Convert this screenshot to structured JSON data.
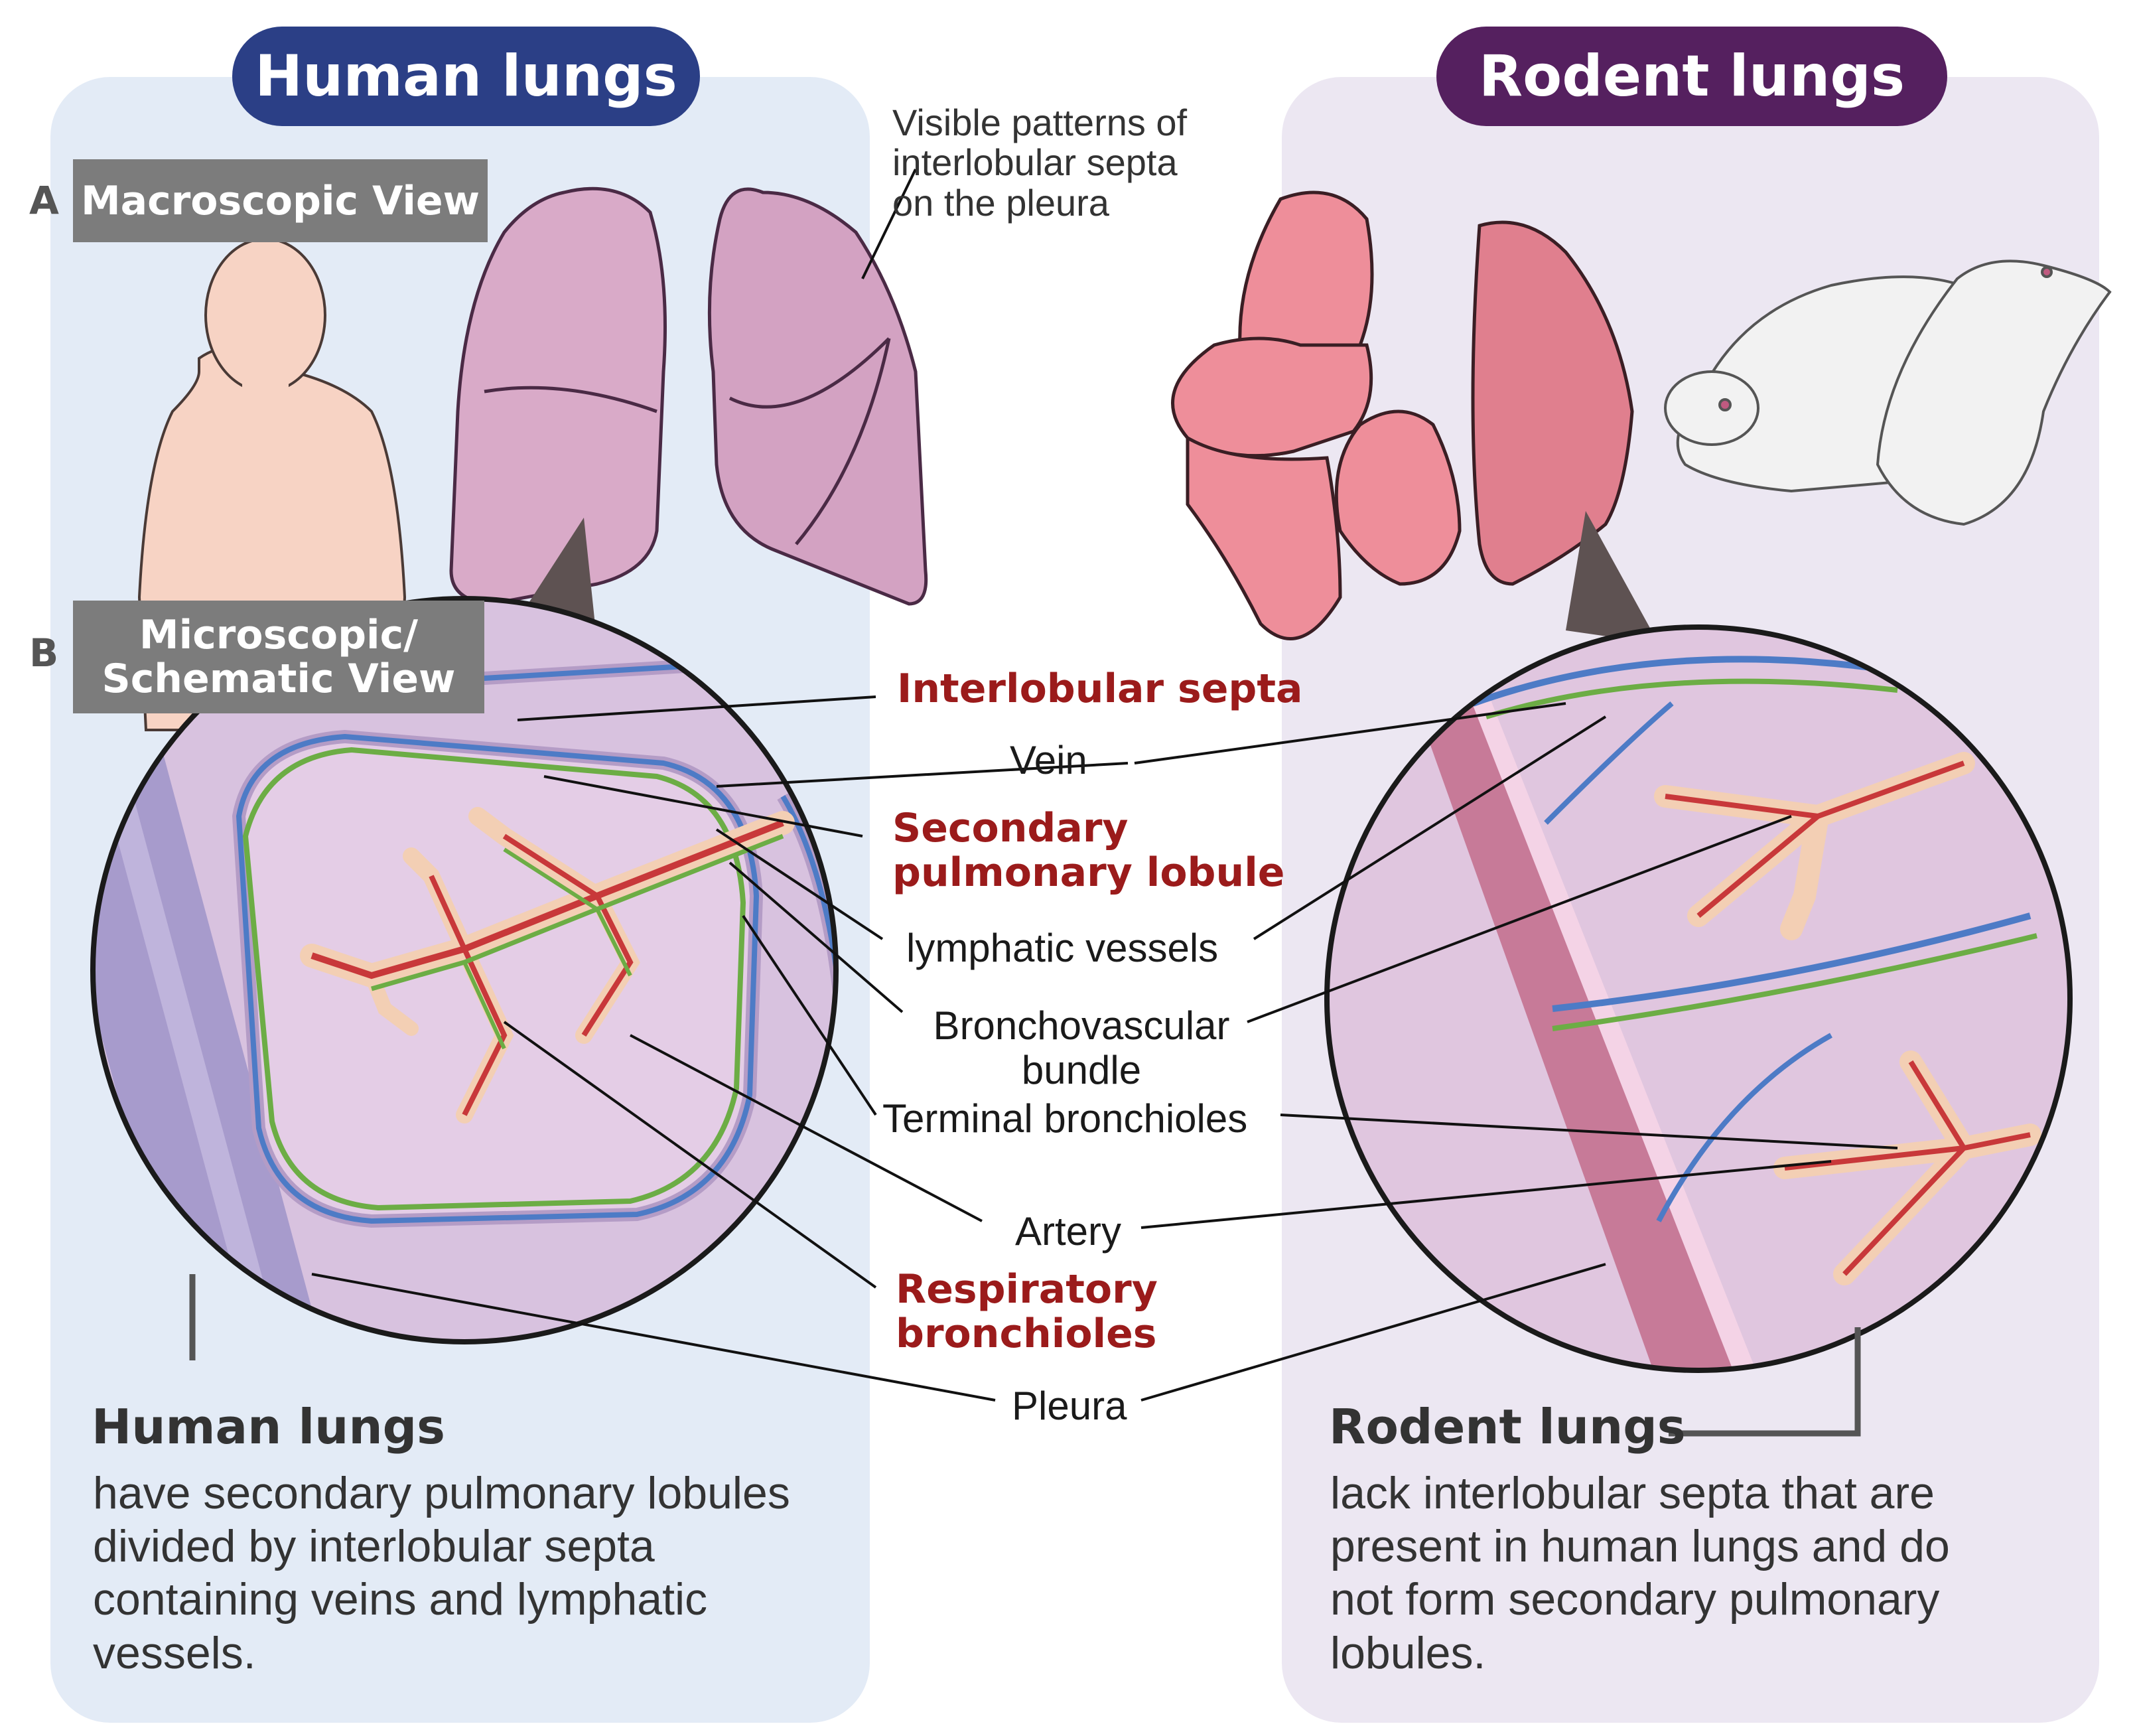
{
  "human_title": "Human lungs",
  "rodent_title": "Rodent lungs",
  "section_a_letter": "A",
  "section_b_letter": "B",
  "macro_tag": "Macroscopic View",
  "micro_tag_line1": "Microscopic/",
  "micro_tag_line2": "Schematic View",
  "pleura_note": [
    "Visible patterns of",
    "interlobular septa",
    "on the pleura"
  ],
  "labels": {
    "interlobular_septa": "Interlobular septa",
    "vein": "Vein",
    "secondary_lobule_1": "Secondary",
    "secondary_lobule_2": "pulmonary lobule",
    "lymphatic": "lymphatic vessels",
    "bronchovascular_1": "Bronchovascular",
    "bronchovascular_2": "bundle",
    "terminal": "Terminal bronchioles",
    "artery": "Artery",
    "respiratory_1": "Respiratory",
    "respiratory_2": "bronchioles",
    "pleura": "Pleura"
  },
  "human_heading": "Human lungs",
  "human_desc": [
    "have secondary pulmonary lobules",
    "divided by interlobular septa",
    "containing veins and lymphatic",
    "vessels."
  ],
  "rodent_heading": "Rodent lungs",
  "rodent_desc": [
    "lack interlobular septa that are",
    "present in human lungs and do",
    "not form secondary pulmonary",
    "lobules."
  ],
  "colors": {
    "human_panel": "#e3ebf6",
    "rodent_panel": "#ece7f2",
    "human_pill": "#2b3f86",
    "rodent_pill": "#55205f",
    "label_red": "#9b1b1b",
    "vein_blue": "#4d7bc6",
    "lymph_green": "#6cad45",
    "artery_red": "#c8383a"
  }
}
